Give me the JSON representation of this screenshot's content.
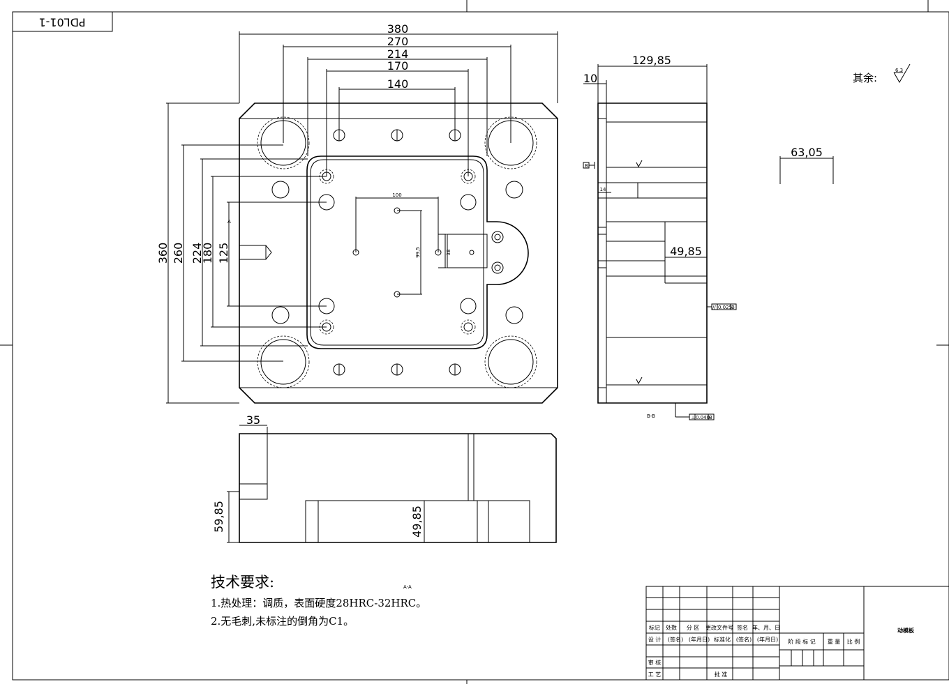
{
  "drawing_code": "PDL01-1",
  "roughness_note": {
    "label": "其余:",
    "value": "6.3"
  },
  "top_view": {
    "dims": {
      "w380": "380",
      "w270": "270",
      "w214": "214",
      "w170": "170",
      "w140": "140",
      "h360": "360",
      "h260": "260",
      "h224": "224",
      "h180": "180",
      "h125": "125",
      "d100": "100",
      "d99_5": "99,5",
      "d38": "38"
    },
    "section_marker": "A"
  },
  "side_view": {
    "dims": {
      "d129_85": "129,85",
      "d10": "10",
      "d14": "14",
      "d49_85": "49,85",
      "d63_05": "63,05"
    },
    "flatness_tol": "0.025",
    "perp_tol": "0.040",
    "datum": "B",
    "datum_marker": "B",
    "section_label": "B-B"
  },
  "front_view": {
    "dims": {
      "d35": "35",
      "d59_85": "59,85",
      "d49_85": "49,85"
    },
    "section_label": "A-A"
  },
  "tech_requirements": {
    "title": "技术要求:",
    "items": [
      "1.热处理：调质，表面硬度28HRC-32HRC。",
      "2.无毛刺,未标注的倒角为C1。"
    ]
  },
  "title_block": {
    "part_name": "动模板",
    "row_labels": [
      "标记",
      "处数",
      "分 区",
      "更改文件号",
      "签名",
      "年、月、日"
    ],
    "design_row": [
      "设 计",
      "(签名)",
      "(年月日)",
      "标准化",
      "(签名)",
      "(年月日)"
    ],
    "review": "审 核",
    "process": "工 艺",
    "approve": "批 准",
    "stage_row": [
      "阶 段 标 记",
      "重 量",
      "比 例"
    ]
  }
}
